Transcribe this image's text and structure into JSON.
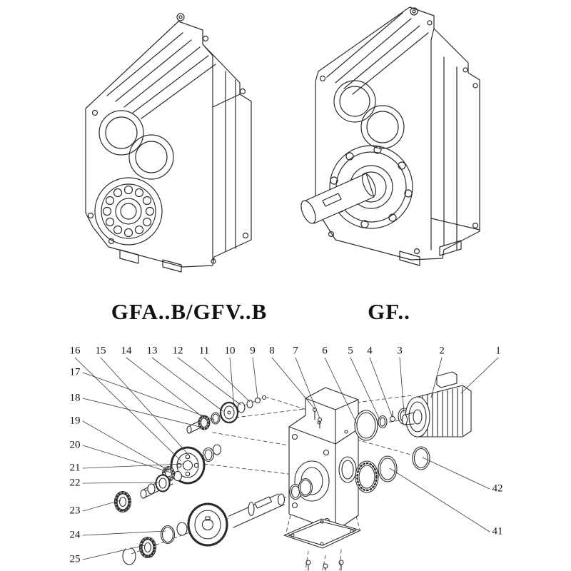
{
  "page": {
    "background": "#ffffff",
    "ink": "#2b2b2b"
  },
  "figures": {
    "left": {
      "label": "GFA..B/GFV..B"
    },
    "right": {
      "label": "GF.."
    }
  },
  "exploded": {
    "callouts_top": [
      "16",
      "15",
      "14",
      "13",
      "12",
      "11",
      "10",
      "9",
      "8",
      "7",
      "6",
      "5",
      "4",
      "3",
      "2",
      "1"
    ],
    "callouts_left": [
      "17",
      "18",
      "19",
      "20",
      "21",
      "22",
      "23",
      "24",
      "25"
    ],
    "callouts_right": [
      "42",
      "41"
    ]
  }
}
